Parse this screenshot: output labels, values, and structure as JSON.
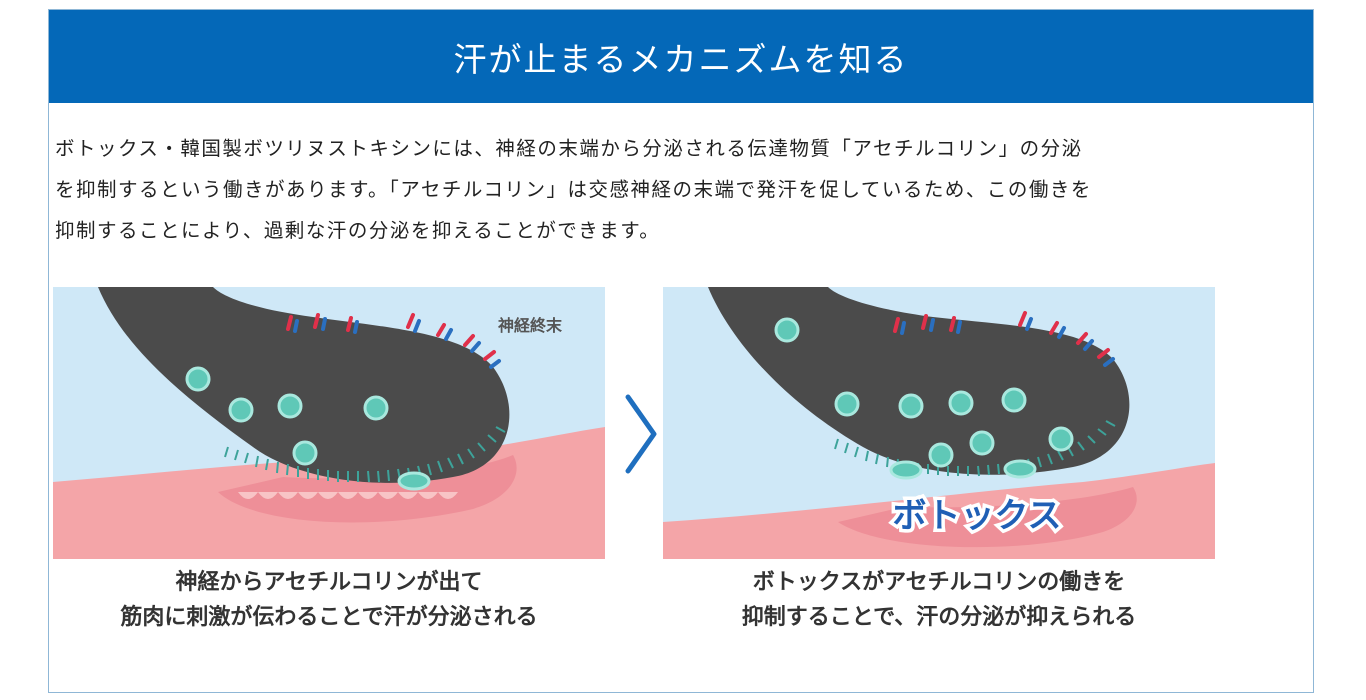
{
  "header": {
    "title": "汗が止まるメカニズムを知る",
    "bg_color": "#0468b8"
  },
  "intro": {
    "lines": [
      "ボトックス・韓国製ボツリヌストキシンには、神経の末端から分泌される伝達物質「アセチルコリン」の分泌",
      "を抑制するという働きがあります。「アセチルコリン」は交感神経の末端で発汗を促しているため、この働きを",
      "抑制することにより、過剰な汗の分泌を抑えることができます。"
    ]
  },
  "diagram": {
    "left": {
      "label_nerve": "神経終末",
      "caption_line1": "神経からアセチルコリンが出て",
      "caption_line2": "筋肉に刺激が伝わることで汗が分泌される"
    },
    "right": {
      "label_botox": "ボトックス",
      "caption_line1": "ボトックスがアセチルコリンの働きを",
      "caption_line2": "抑制することで、汗の分泌が抑えられる"
    },
    "arrow_icon": "chevron-right-icon",
    "colors": {
      "sky": "#cfe8f7",
      "muscle": "#f4a5a8",
      "muscle_dark": "#ee8f98",
      "nerve": "#4b4b4b",
      "vesicle": "#5fc8b7",
      "receptor_red": "#e0304a",
      "receptor_blue": "#2a6fc0",
      "arrow": "#1f6fbf"
    }
  }
}
